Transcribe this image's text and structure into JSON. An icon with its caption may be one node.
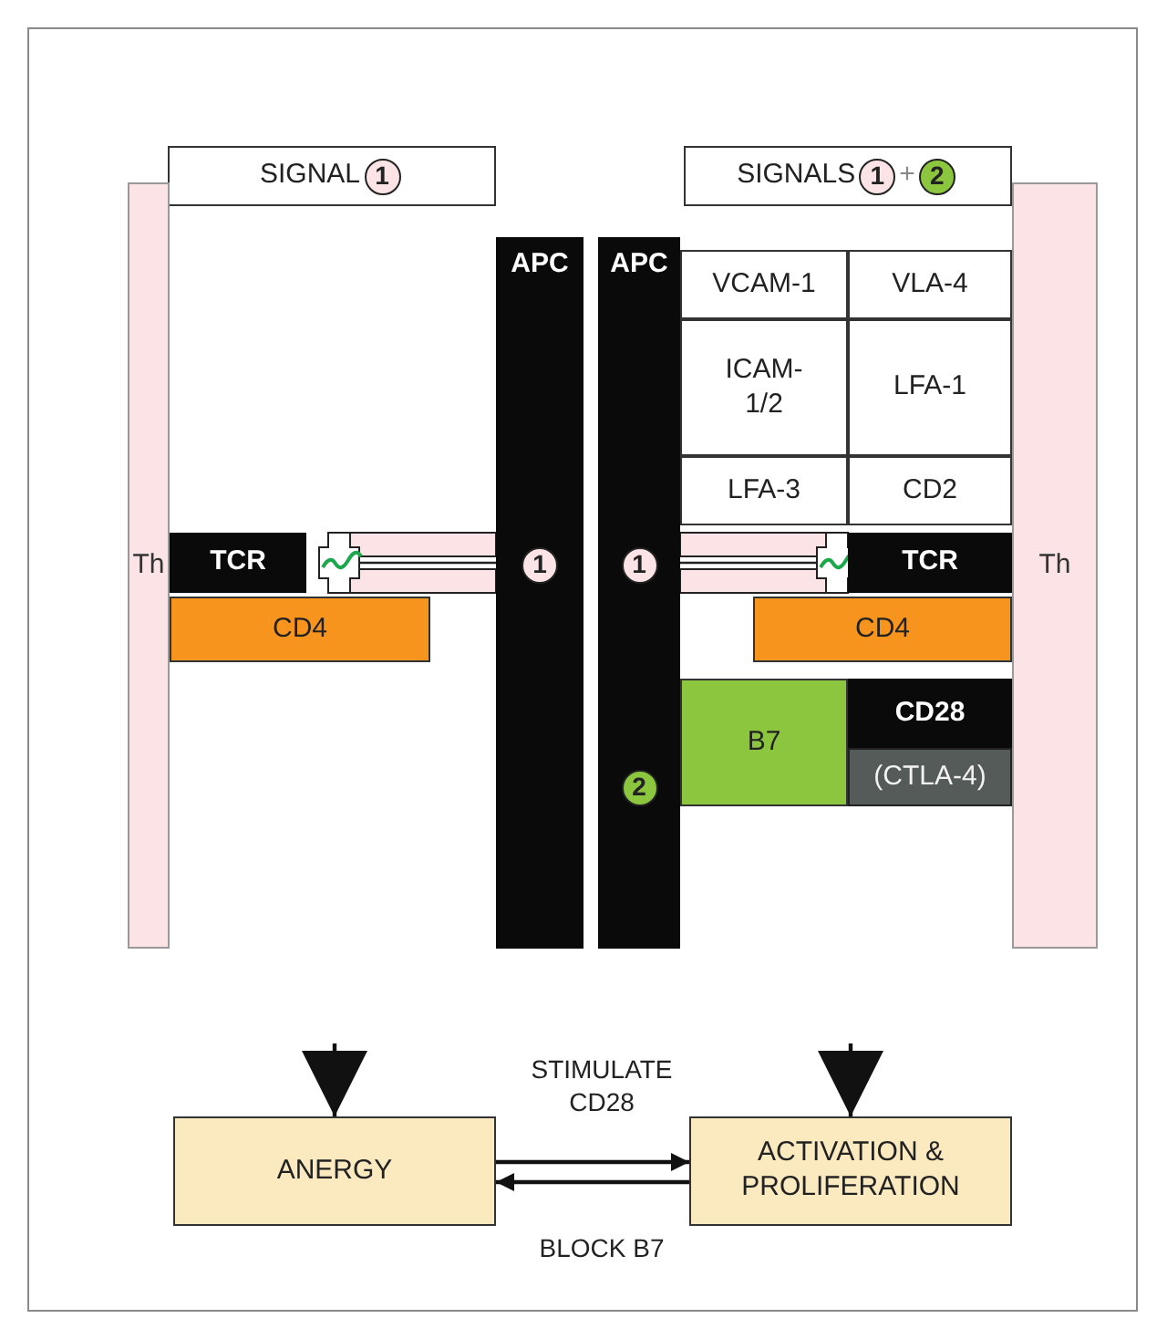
{
  "diagram": {
    "nodes": [
      {
        "text": [
          "SIGNAL",
          "1"
        ]
      },
      {
        "text": [
          "SIGNALS",
          "1",
          "+",
          "2"
        ]
      },
      {
        "text": [
          "Th"
        ]
      },
      {
        "text": [
          "TCR"
        ]
      },
      {
        "text": [
          "CD4"
        ]
      },
      {
        "text": [
          "APC",
          "1"
        ]
      },
      {
        "text": [
          "APC",
          "1",
          "2"
        ]
      },
      {
        "text": [
          "VCAM-1"
        ]
      },
      {
        "text": [
          "VLA-4"
        ]
      },
      {
        "text": [
          "ICAM-1/2"
        ]
      },
      {
        "text": [
          "LFA-1"
        ]
      },
      {
        "text": [
          "LFA-3"
        ]
      },
      {
        "text": [
          "CD2"
        ]
      },
      {
        "text": [
          "TCR"
        ]
      },
      {
        "text": [
          "CD4"
        ]
      },
      {
        "text": [
          "B7"
        ]
      },
      {
        "text": [
          "CD28"
        ]
      },
      {
        "text": [
          "(CTLA-4)"
        ]
      },
      {
        "text": [
          "Th"
        ]
      },
      {
        "text": [
          "ANERGY"
        ]
      },
      {
        "text": [
          "ACTIVATION & PROLIFERATION"
        ]
      }
    ],
    "edges": [
      {
        "from": 19,
        "to": 20,
        "arrow": "to",
        "label": "STIMULATE CD28"
      },
      {
        "from": 20,
        "to": 19,
        "arrow": "to",
        "label": "BLOCK B7"
      },
      {
        "from": null,
        "to": 19,
        "arrow": "to"
      },
      {
        "from": null,
        "to": 20,
        "arrow": "to"
      }
    ]
  }
}
